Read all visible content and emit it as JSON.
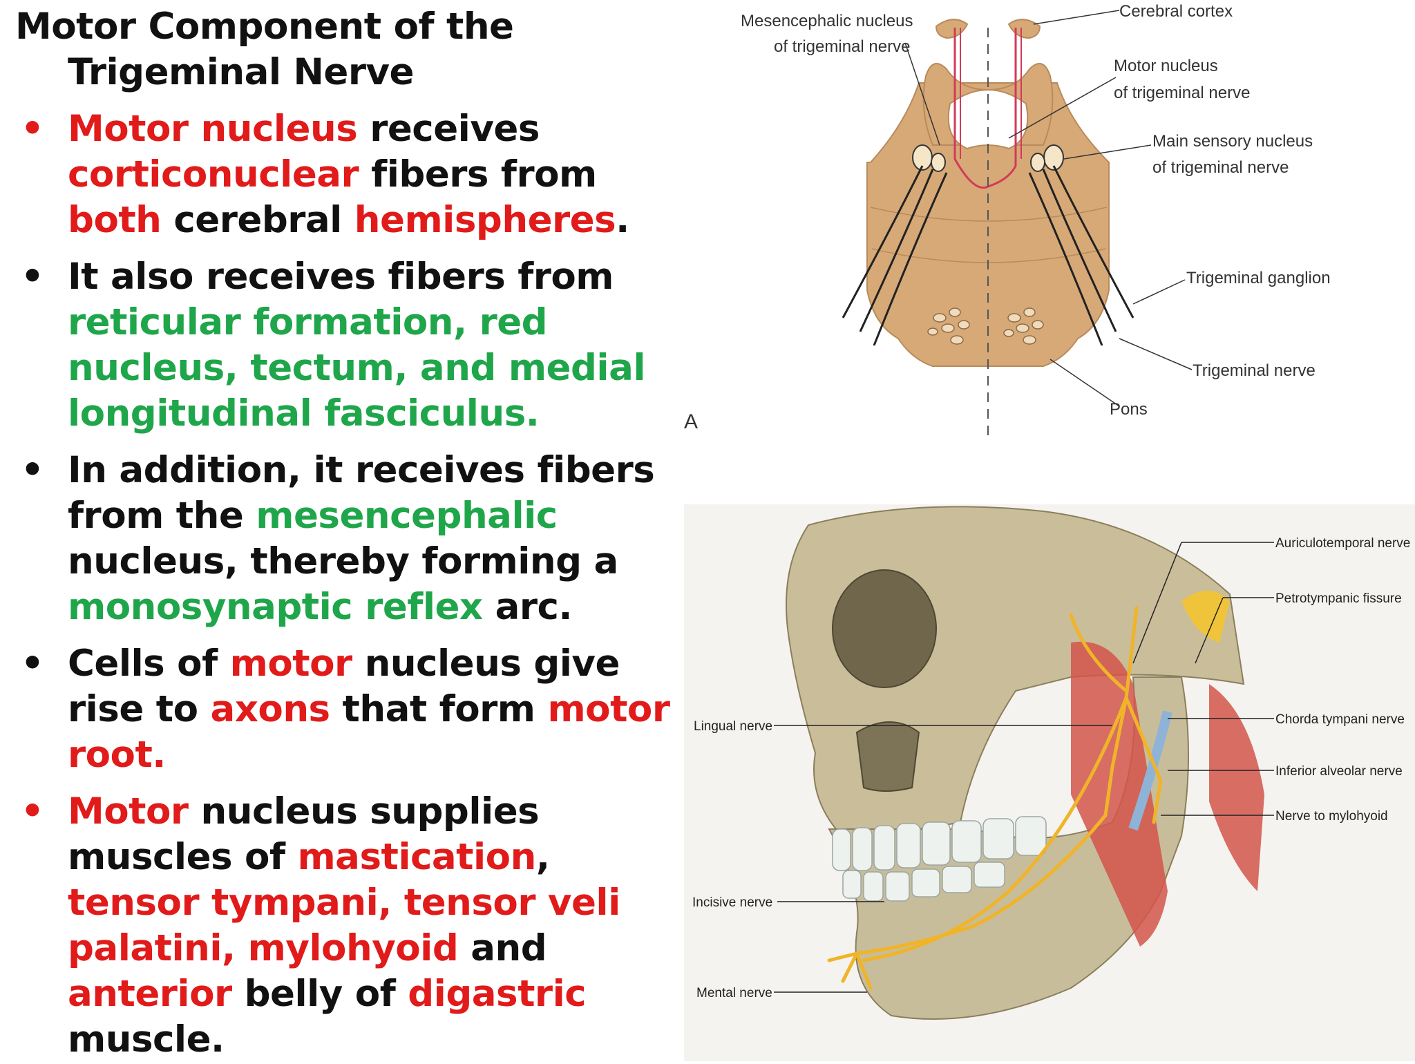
{
  "title": {
    "line1": "Motor Component of the",
    "line2": "Trigeminal Nerve"
  },
  "bullets": [
    {
      "bullet_color": "#e11a1a",
      "segments": [
        {
          "text": "Motor nucleus",
          "color": "red"
        },
        {
          "text": " receives ",
          "color": "black"
        },
        {
          "text": "corticonuclear",
          "color": "red"
        },
        {
          "text": " fibers from ",
          "color": "black"
        },
        {
          "text": "both",
          "color": "red"
        },
        {
          "text": " cerebral ",
          "color": "black"
        },
        {
          "text": "hemispheres",
          "color": "red"
        },
        {
          "text": ".",
          "color": "black"
        }
      ]
    },
    {
      "bullet_color": "#111111",
      "segments": [
        {
          "text": "It also receives fibers from ",
          "color": "black"
        },
        {
          "text": "reticular formation, red nucleus, tectum, and medial longitudinal fasciculus.",
          "color": "green"
        }
      ]
    },
    {
      "bullet_color": "#111111",
      "segments": [
        {
          "text": "In addition, it receives fibers from the ",
          "color": "black"
        },
        {
          "text": "mesencephalic",
          "color": "green"
        },
        {
          "text": " nucleus, thereby forming a ",
          "color": "black"
        },
        {
          "text": "monosynaptic reflex",
          "color": "green"
        },
        {
          "text": " arc.",
          "color": "black"
        }
      ]
    },
    {
      "bullet_color": "#111111",
      "segments": [
        {
          "text": "Cells of ",
          "color": "black"
        },
        {
          "text": "motor",
          "color": "red"
        },
        {
          "text": " nucleus give rise to ",
          "color": "black"
        },
        {
          "text": "axons",
          "color": "red"
        },
        {
          "text": " that form ",
          "color": "black"
        },
        {
          "text": "motor root.",
          "color": "red"
        }
      ]
    },
    {
      "bullet_color": "#e11a1a",
      "segments": [
        {
          "text": "Motor",
          "color": "red"
        },
        {
          "text": " nucleus supplies muscles of ",
          "color": "black"
        },
        {
          "text": "mastication",
          "color": "red"
        },
        {
          "text": ",  ",
          "color": "black"
        },
        {
          "text": "tensor tympani, tensor veli palatini, mylohyoid",
          "color": "red"
        },
        {
          "text": " and ",
          "color": "black"
        },
        {
          "text": "anterior",
          "color": "red"
        },
        {
          "text": " belly of ",
          "color": "black"
        },
        {
          "text": "digastric",
          "color": "red"
        },
        {
          "text": " muscle.",
          "color": "black"
        }
      ]
    }
  ],
  "bullet_glyph": "•",
  "figureA": {
    "panel_letter": "A",
    "labels": {
      "mesencephalic_1": "Mesencephalic nucleus",
      "mesencephalic_2": "of trigeminal nerve",
      "cortex": "Cerebral cortex",
      "motor_1": "Motor nucleus",
      "motor_2": "of trigeminal nerve",
      "sensory_1": "Main sensory nucleus",
      "sensory_2": "of trigeminal nerve",
      "ganglion": "Trigeminal ganglion",
      "nerve": "Trigeminal nerve",
      "pons": "Pons"
    }
  },
  "figureB": {
    "labels": {
      "auriculotemporal": "Auriculotemporal nerve",
      "petrotympanic": "Petrotympanic fissure",
      "chorda": "Chorda tympani nerve",
      "inferior_alveolar": "Inferior alveolar nerve",
      "mylohyoid": "Nerve to mylohyoid",
      "lingual": "Lingual nerve",
      "incisive": "Incisive nerve",
      "mental": "Mental nerve"
    }
  }
}
